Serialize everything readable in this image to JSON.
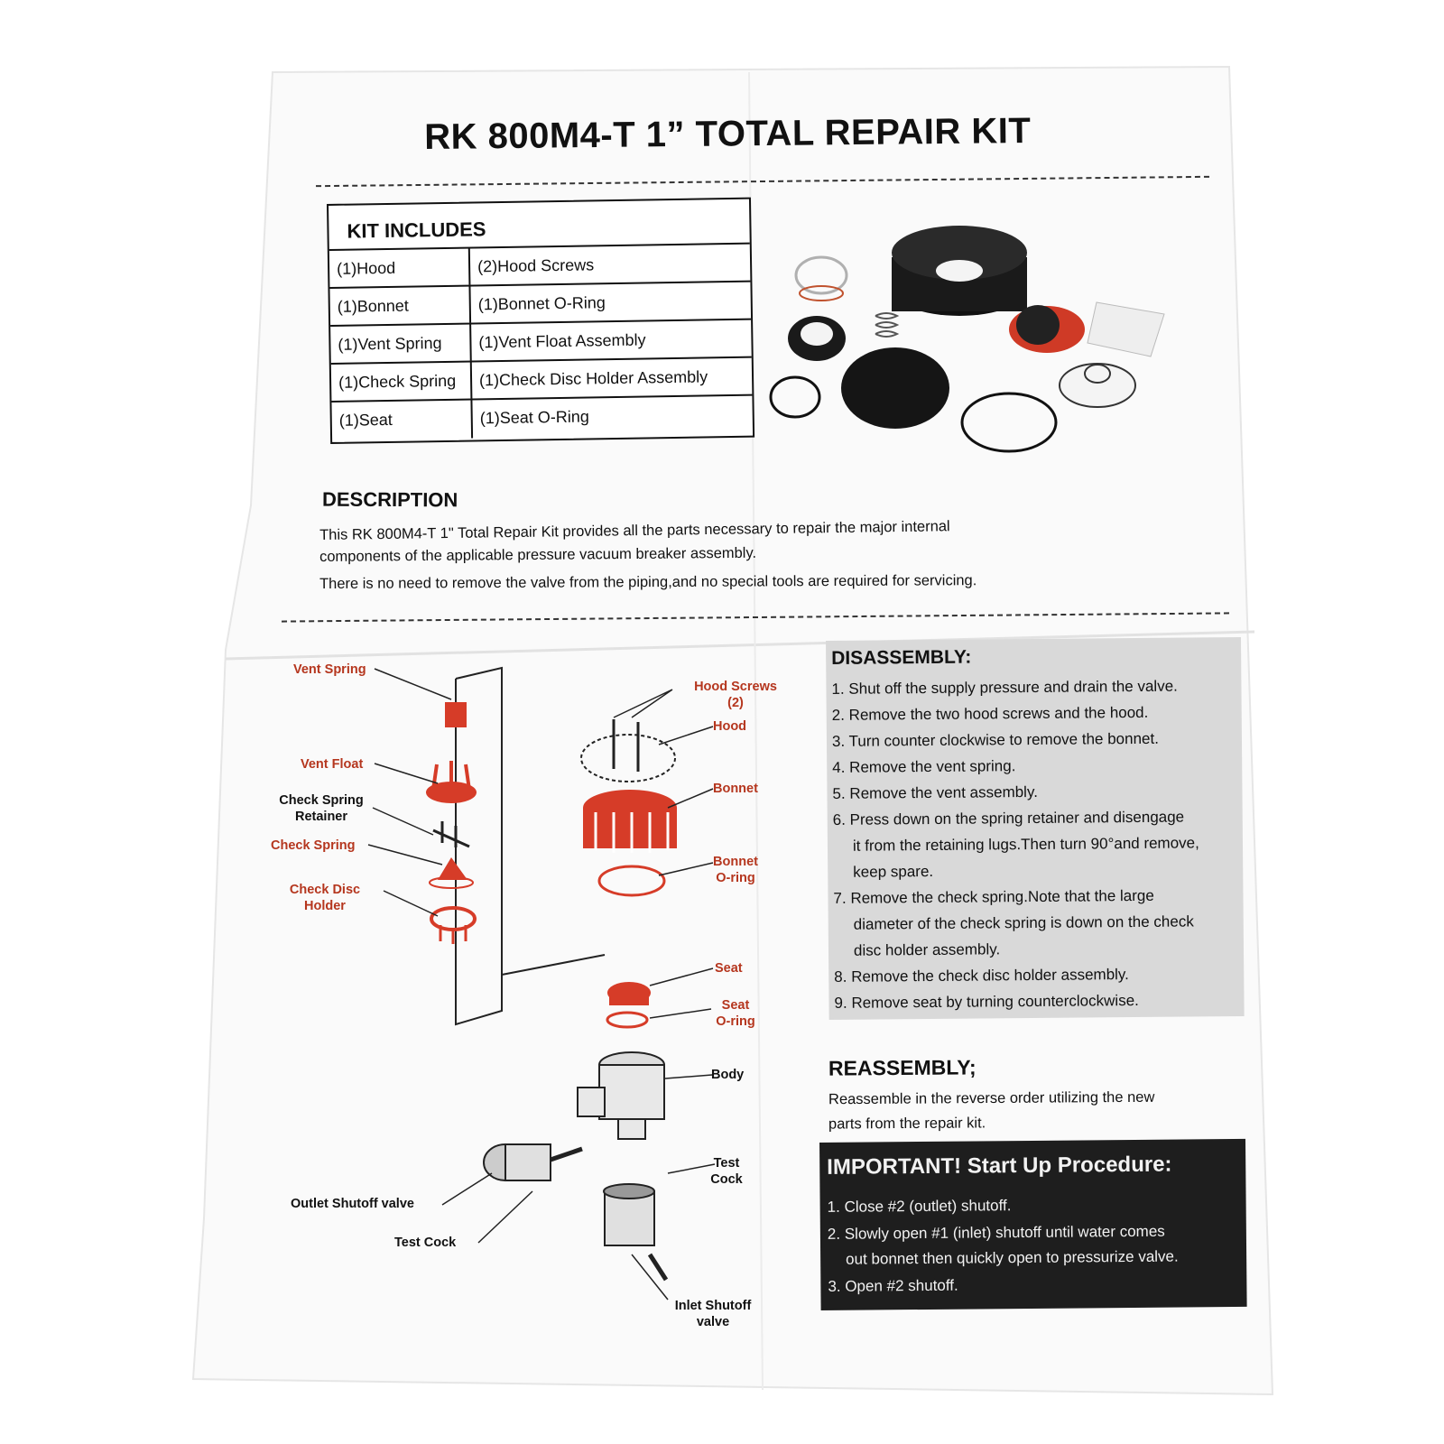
{
  "title": "RK 800M4-T 1” TOTAL REPAIR KIT",
  "kit": {
    "heading": "KIT INCLUDES",
    "rows": [
      [
        "(1)Hood",
        "(2)Hood Screws"
      ],
      [
        "(1)Bonnet",
        "(1)Bonnet O-Ring"
      ],
      [
        "(1)Vent Spring",
        "(1)Vent Float Assembly"
      ],
      [
        "(1)Check Spring",
        "(1)Check Disc Holder Assembly"
      ],
      [
        "(1)Seat",
        "(1)Seat O-Ring"
      ]
    ]
  },
  "description": {
    "heading": "DESCRIPTION",
    "line1": "This RK 800M4-T 1\" Total Repair Kit provides all the parts necessary to repair the major internal",
    "line2": "components of the applicable pressure vacuum breaker assembly.",
    "line3": "There is no need to remove the valve from the piping,and no special tools are required for servicing."
  },
  "diagram": {
    "vent_spring": "Vent Spring",
    "vent_float": "Vent Float",
    "check_spring_retainer_1": "Check Spring",
    "check_spring_retainer_2": "Retainer",
    "check_spring": "Check Spring",
    "check_disc_1": "Check Disc",
    "check_disc_2": "Holder",
    "hood_screws_1": "Hood Screws",
    "hood_screws_2": "(2)",
    "hood": "Hood",
    "bonnet": "Bonnet",
    "bonnet_oring_1": "Bonnet",
    "bonnet_oring_2": "O-ring",
    "seat": "Seat",
    "seat_oring_1": "Seat",
    "seat_oring_2": "O-ring",
    "body": "Body",
    "test_cock_r_1": "Test",
    "test_cock_r_2": "Cock",
    "outlet_shutoff": "Outlet Shutoff valve",
    "test_cock": "Test Cock",
    "inlet_shutoff_1": "Inlet Shutoff",
    "inlet_shutoff_2": "valve"
  },
  "disassembly": {
    "heading": "DISASSEMBLY:",
    "s1": "1. Shut off the supply pressure and drain the valve.",
    "s2": "2. Remove the two hood screws and the hood.",
    "s3": "3. Turn counter clockwise to remove the bonnet.",
    "s4": "4. Remove the vent spring.",
    "s5": "5. Remove the vent assembly.",
    "s6": "6. Press down on the spring retainer and disengage",
    "s6b": "it from the retaining lugs.Then turn 90°and remove,",
    "s6c": "keep spare.",
    "s7": "7. Remove the check spring.Note that the large",
    "s7b": "diameter of the check spring is down on the check",
    "s7c": "disc holder assembly.",
    "s8": "8. Remove the check disc holder assembly.",
    "s9": "9. Remove seat by turning counterclockwise."
  },
  "reassembly": {
    "heading": "REASSEMBLY;",
    "line1": "Reassemble in the reverse order utilizing the new",
    "line2": "parts from the repair kit."
  },
  "important": {
    "heading": "IMPORTANT! Start Up Procedure:",
    "s1": "1. Close #2 (outlet) shutoff.",
    "s2": "2. Slowly open #1 (inlet) shutoff until water comes",
    "s2b": "out bonnet then quickly open to pressurize valve.",
    "s3": "3. Open #2 shutoff."
  },
  "colors": {
    "accent_red": "#b5361e",
    "panel_grey": "#d9d9d9",
    "panel_dark": "#1e1e1e"
  }
}
